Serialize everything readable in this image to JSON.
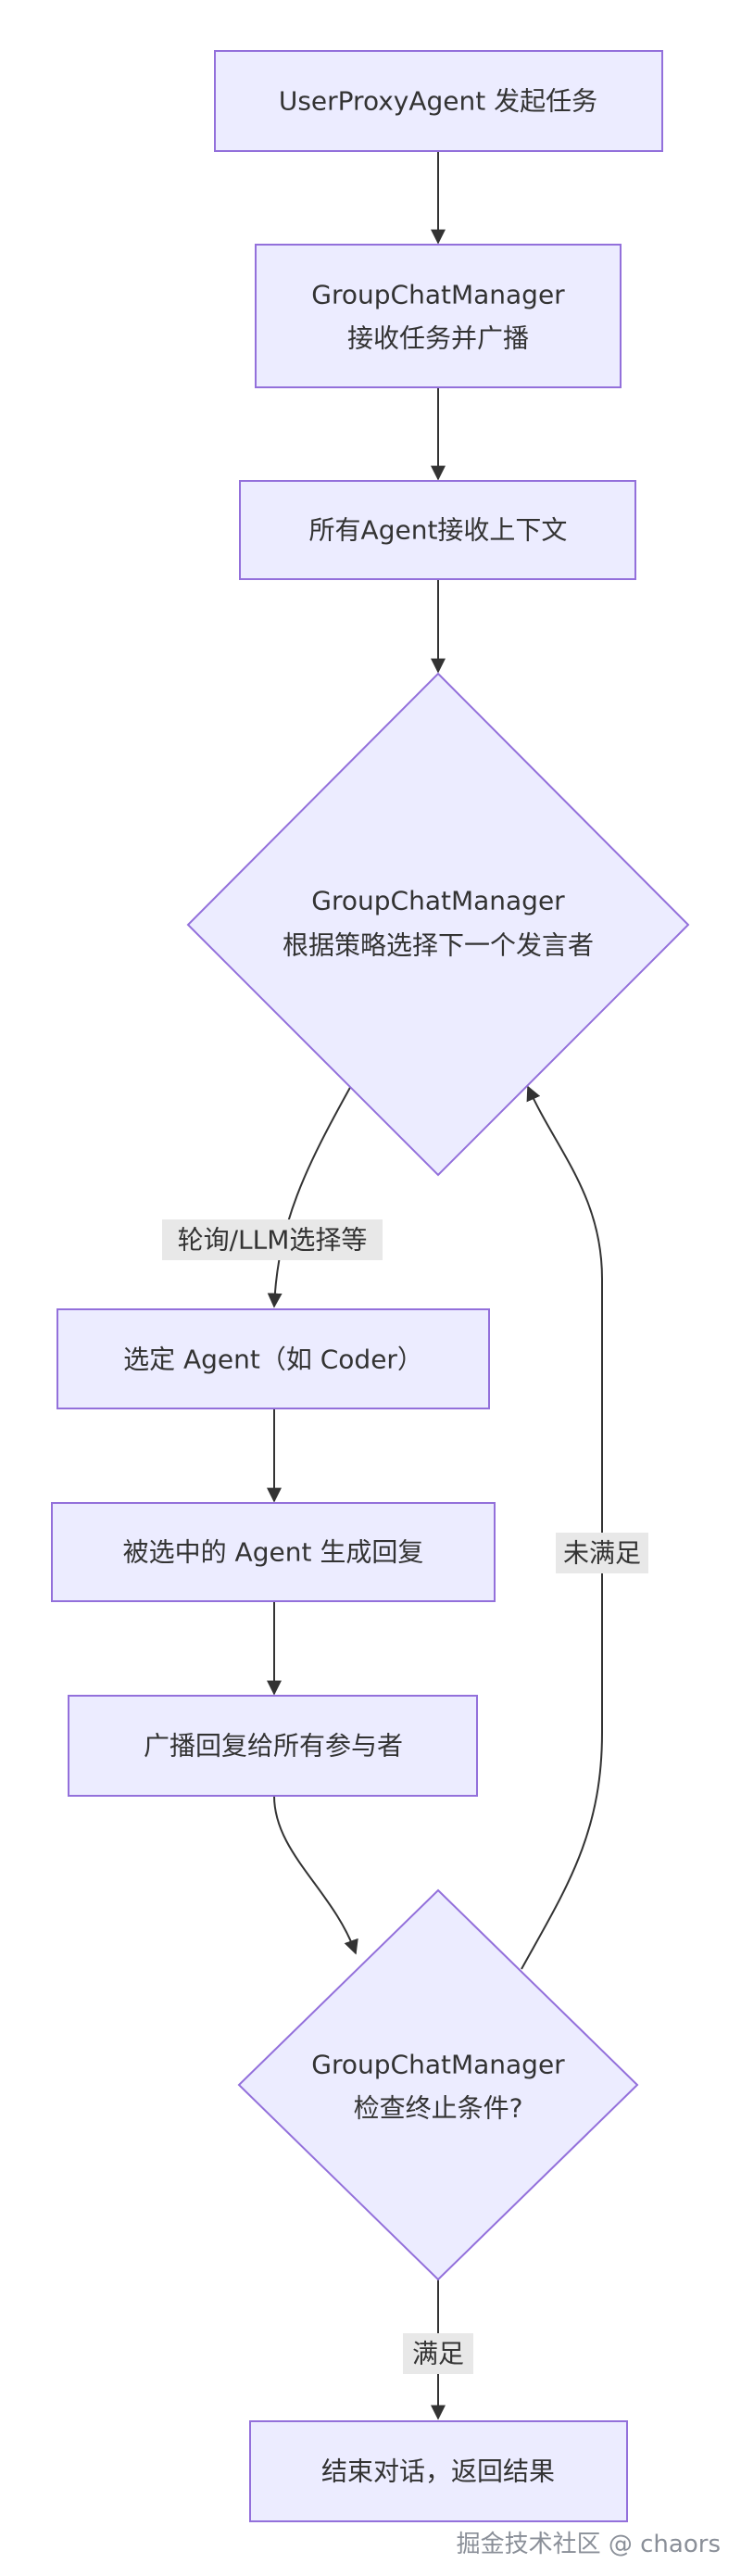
{
  "nodes": {
    "start": {
      "label": "UserProxyAgent 发起任务"
    },
    "broadcast_task": {
      "line1": "GroupChatManager",
      "line2": "接收任务并广播"
    },
    "receive_context": {
      "label": "所有Agent接收上下文"
    },
    "select_speaker": {
      "line1": "GroupChatManager",
      "line2": "根据策略选择下一个发言者"
    },
    "selected_agent": {
      "label": "选定 Agent（如 Coder）"
    },
    "generate_reply": {
      "label": "被选中的 Agent 生成回复"
    },
    "broadcast_reply": {
      "label": "广播回复给所有参与者"
    },
    "check_termination": {
      "line1": "GroupChatManager",
      "line2": "检查终止条件?"
    },
    "end": {
      "label": "结束对话，返回结果"
    }
  },
  "edges": {
    "select_to_agent": {
      "label": "轮询/LLM选择等"
    },
    "not_satisfied": {
      "label": "未满足"
    },
    "satisfied": {
      "label": "满足"
    }
  },
  "watermark": "掘金技术社区 @ chaors",
  "colors": {
    "node_fill": "#ECECFF",
    "node_stroke": "#9370DB",
    "edge": "#333333",
    "edge_label_bg": "#E8E8E8",
    "text": "#333333"
  }
}
